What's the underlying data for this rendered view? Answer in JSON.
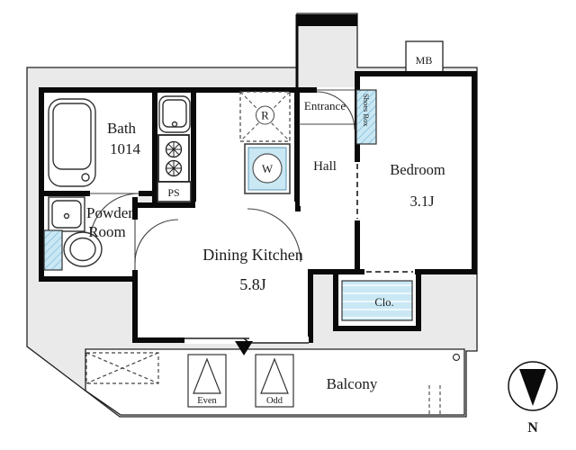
{
  "rooms": {
    "bath": {
      "label": "Bath",
      "size": "1014"
    },
    "powder_room": {
      "line1": "Powder",
      "line2": "Room"
    },
    "dining_kitchen": {
      "label": "Dining Kitchen",
      "size": "5.8J"
    },
    "entrance": {
      "label": "Entrance"
    },
    "hall": {
      "label": "Hall"
    },
    "bedroom": {
      "label": "Bedroom",
      "size": "3.1J"
    },
    "closet": {
      "label": "Clo."
    },
    "balcony": {
      "label": "Balcony"
    }
  },
  "fixtures": {
    "shoes_box": {
      "label": "Shoes Box"
    },
    "meter_box": {
      "label": "MB"
    },
    "pipe_space": {
      "label": "PS"
    },
    "refrigerator": {
      "label": "R"
    },
    "washer": {
      "label": "W"
    },
    "hatch_even": {
      "label": "Even"
    },
    "hatch_odd": {
      "label": "Odd"
    }
  },
  "compass": {
    "label": "N"
  },
  "colors": {
    "wall": "#0a0a0a",
    "surround_gray": "#eaeaea",
    "fixture_blue": "#c9e8f4",
    "hatch_blue": "#7fb8d4"
  }
}
